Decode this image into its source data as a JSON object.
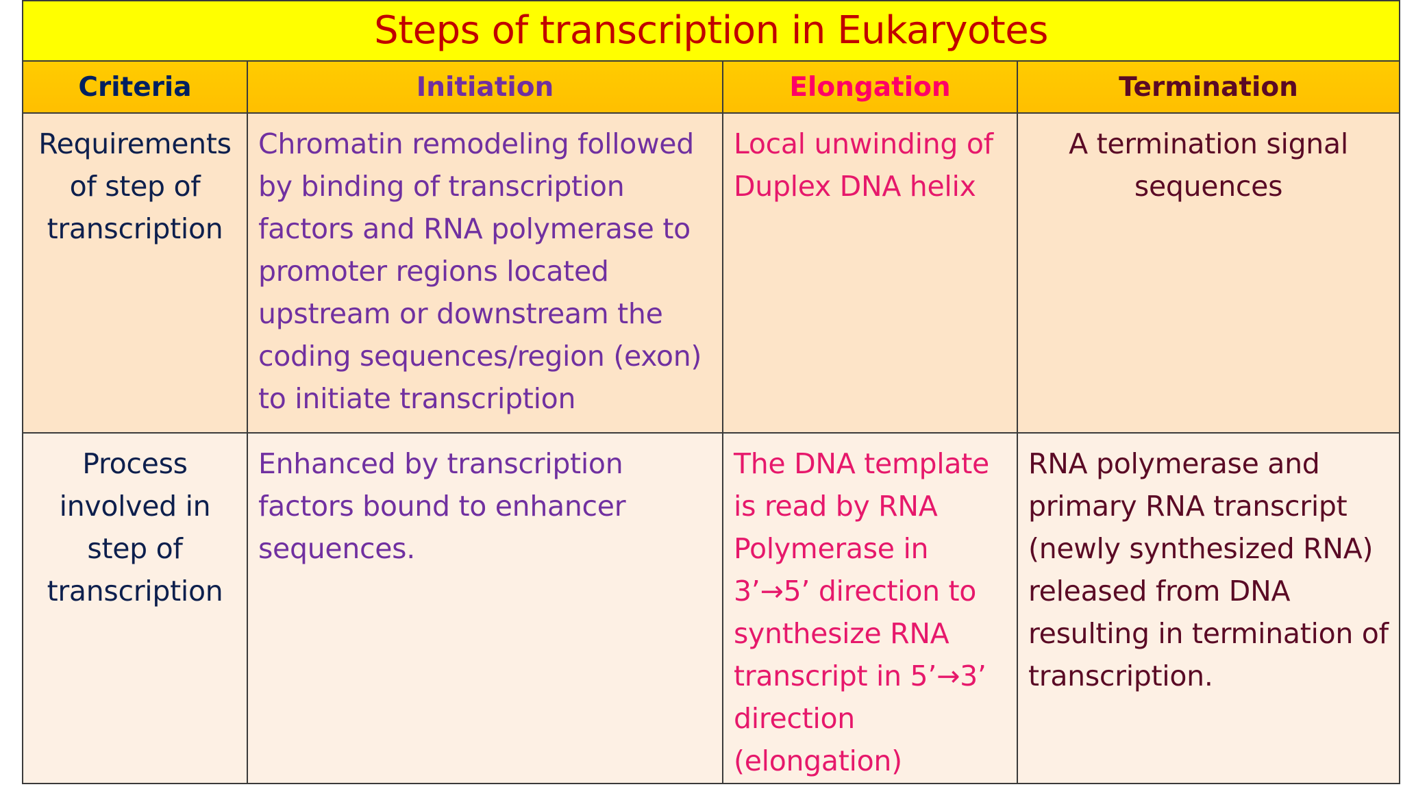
{
  "title": "Steps of transcription in Eukaryotes",
  "headers": {
    "criteria": "Criteria",
    "initiation": "Initiation",
    "elongation": "Elongation",
    "termination": "Termination"
  },
  "rows": [
    {
      "criteria": "Requirements of step of transcription",
      "initiation": "Chromatin remodeling followed by binding of transcription factors and RNA polymerase to promoter regions located upstream or downstream the coding sequences/region (exon) to initiate transcription",
      "elongation": "Local unwinding of Duplex DNA helix",
      "termination": "A termination signal sequences"
    },
    {
      "criteria": "Process involved in step of transcription",
      "initiation": "Enhanced by transcription factors bound to enhancer sequences.",
      "elongation": "The DNA template is read by RNA Polymerase in 3’→5’ direction to synthesize RNA transcript in 5’→3’ direction (elongation)",
      "termination": "RNA polymerase and primary RNA transcript (newly synthesized RNA) released from DNA resulting in termination of transcription."
    }
  ],
  "colors": {
    "title_bg": "#ffff00",
    "title_text": "#c00000",
    "header_bg": "#ffc000",
    "criteria": "#002060",
    "initiation": "#7030a0",
    "elongation": "#ff0066",
    "termination": "#5a0a25",
    "row1_bg": "#fde4c8",
    "row2_bg": "#fdf0e4"
  }
}
